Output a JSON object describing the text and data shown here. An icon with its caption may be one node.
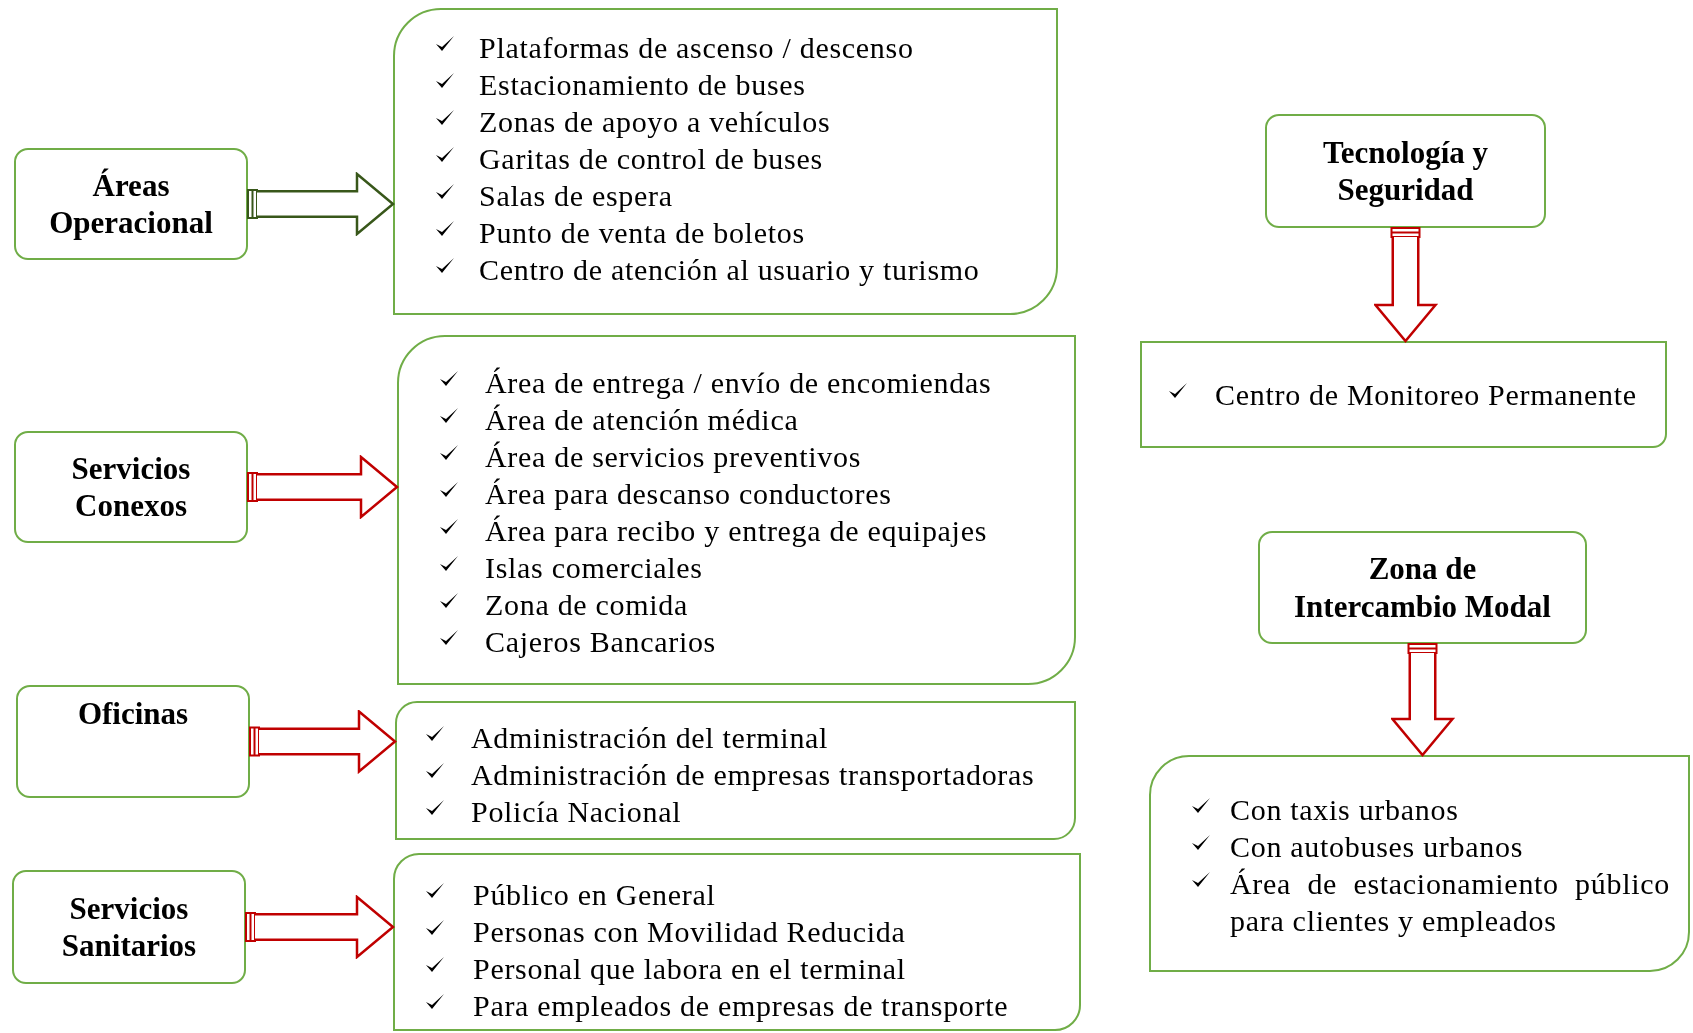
{
  "diagram": {
    "nodes": [
      {
        "text": [
          "Áreas Operacional"
        ]
      },
      {
        "text": [
          "Plataformas de ascenso / descenso",
          "Estacionamiento de buses",
          "Zonas de apoyo a vehículos",
          "Garitas de control de buses",
          "Salas de espera",
          "Punto de venta de boletos",
          "Centro de atención al usuario y turismo"
        ]
      },
      {
        "text": [
          "Servicios Conexos"
        ]
      },
      {
        "text": [
          "Área de entrega / envío de encomiendas",
          "Área de atención médica",
          "Área de servicios preventivos",
          "Área para descanso conductores",
          "Área para recibo y entrega de equipajes",
          "Islas comerciales",
          "Zona de comida",
          "Cajeros Bancarios"
        ]
      },
      {
        "text": [
          "Oficinas"
        ]
      },
      {
        "text": [
          "Administración del terminal",
          "Administración de empresas transportadoras",
          "Policía Nacional"
        ]
      },
      {
        "text": [
          "Servicios Sanitarios"
        ]
      },
      {
        "text": [
          "Público en General",
          "Personas con Movilidad Reducida",
          "Personal que labora en el terminal",
          "Para empleados de empresas de transporte"
        ]
      },
      {
        "text": [
          "Tecnología y Seguridad"
        ]
      },
      {
        "text": [
          "Centro de Monitoreo Permanente"
        ]
      },
      {
        "text": [
          "Zona de Intercambio Modal"
        ]
      },
      {
        "text": [
          "Con taxis urbanos",
          "Con autobuses urbanos",
          "Área de estacionamiento público para clientes y empleados"
        ]
      }
    ],
    "edges": [
      {
        "from": 0,
        "to": 1,
        "arrow": "to",
        "color": "#38571a"
      },
      {
        "from": 2,
        "to": 3,
        "arrow": "to"
      },
      {
        "from": 4,
        "to": 5,
        "arrow": "to"
      },
      {
        "from": 6,
        "to": 7,
        "arrow": "to"
      },
      {
        "from": 8,
        "to": 9,
        "arrow": "to"
      },
      {
        "from": 10,
        "to": 11,
        "arrow": "to"
      }
    ]
  }
}
